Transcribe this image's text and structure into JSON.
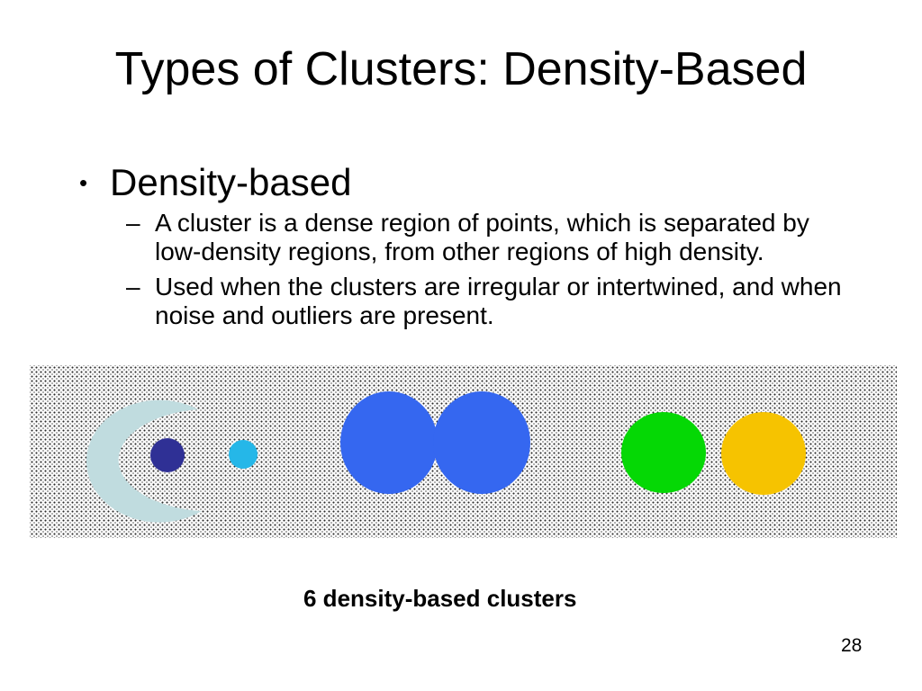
{
  "slide": {
    "title": "Types of Clusters: Density-Based",
    "page_number": "28",
    "bullet": {
      "marker": "•",
      "label": "Density-based"
    },
    "sub_bullets": [
      {
        "marker": "–",
        "lines": [
          "A cluster is a dense region of points, which is separated by",
          "low-density regions, from other regions of high density."
        ]
      },
      {
        "marker": "–",
        "lines": [
          "Used when the clusters are irregular or intertwined, and when",
          "noise and outliers are present."
        ]
      }
    ],
    "figure": {
      "caption": "6 density-based clusters",
      "background": {
        "base_color": "#ffffff",
        "dot_dark_color": "#2b2b2b",
        "dot_light_color": "#a3a3a3"
      },
      "clusters": [
        {
          "name": "crescent",
          "color": "#c0dcdf"
        },
        {
          "name": "navy-dot",
          "color": "#2f3095"
        },
        {
          "name": "cyan-dot",
          "color": "#25b7e8"
        },
        {
          "name": "blue-circle-left",
          "color": "#3567f0"
        },
        {
          "name": "blue-circle-right",
          "color": "#3567f0"
        },
        {
          "name": "green-circle",
          "color": "#05d805"
        },
        {
          "name": "yellow-circle",
          "color": "#f6c300"
        }
      ]
    }
  }
}
